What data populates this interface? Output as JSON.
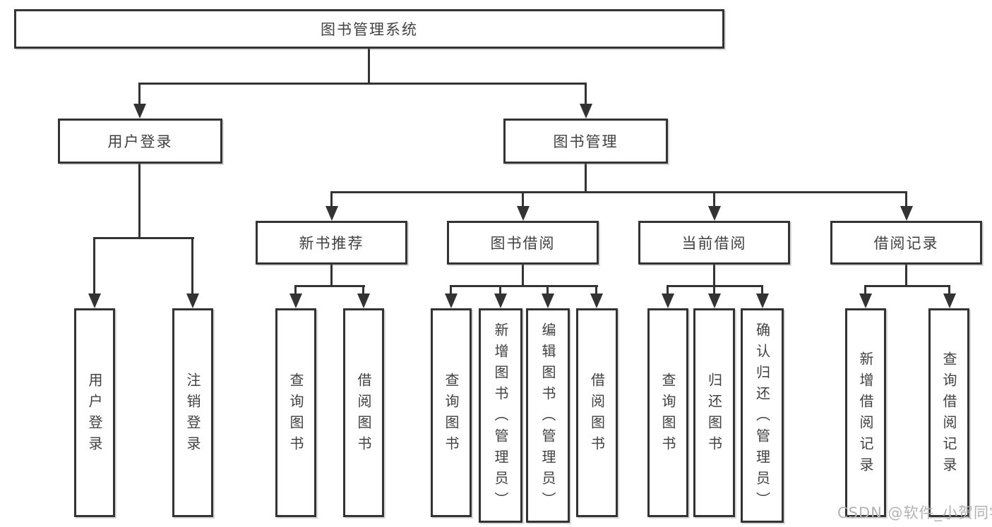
{
  "colors": {
    "line": "#333333",
    "node_text": "#414141",
    "background": "#ffffff",
    "watermark": "#b2b2b2"
  },
  "tree": {
    "root": {
      "label": "图书管理系统"
    },
    "branches": [
      {
        "label": "用户登录",
        "children": [
          {
            "label": "用户登录"
          },
          {
            "label": "注销登录"
          }
        ]
      },
      {
        "label": "图书管理",
        "sections": [
          {
            "label": "新书推荐",
            "children": [
              {
                "label": "查询图书"
              },
              {
                "label": "借阅图书"
              }
            ]
          },
          {
            "label": "图书借阅",
            "children": [
              {
                "label": "查询图书"
              },
              {
                "label": "新增图书（管理员）"
              },
              {
                "label": "编辑图书（管理员）"
              },
              {
                "label": "借阅图书"
              }
            ]
          },
          {
            "label": "当前借阅",
            "children": [
              {
                "label": "查询图书"
              },
              {
                "label": "归还图书"
              },
              {
                "label": "确认归还（管理员）"
              }
            ]
          },
          {
            "label": "借阅记录",
            "children": [
              {
                "label": "新增借阅记录"
              },
              {
                "label": "查询借阅记录"
              }
            ]
          }
        ]
      }
    ]
  },
  "watermark": {
    "text": "CSDN @软件_小贺同学"
  }
}
